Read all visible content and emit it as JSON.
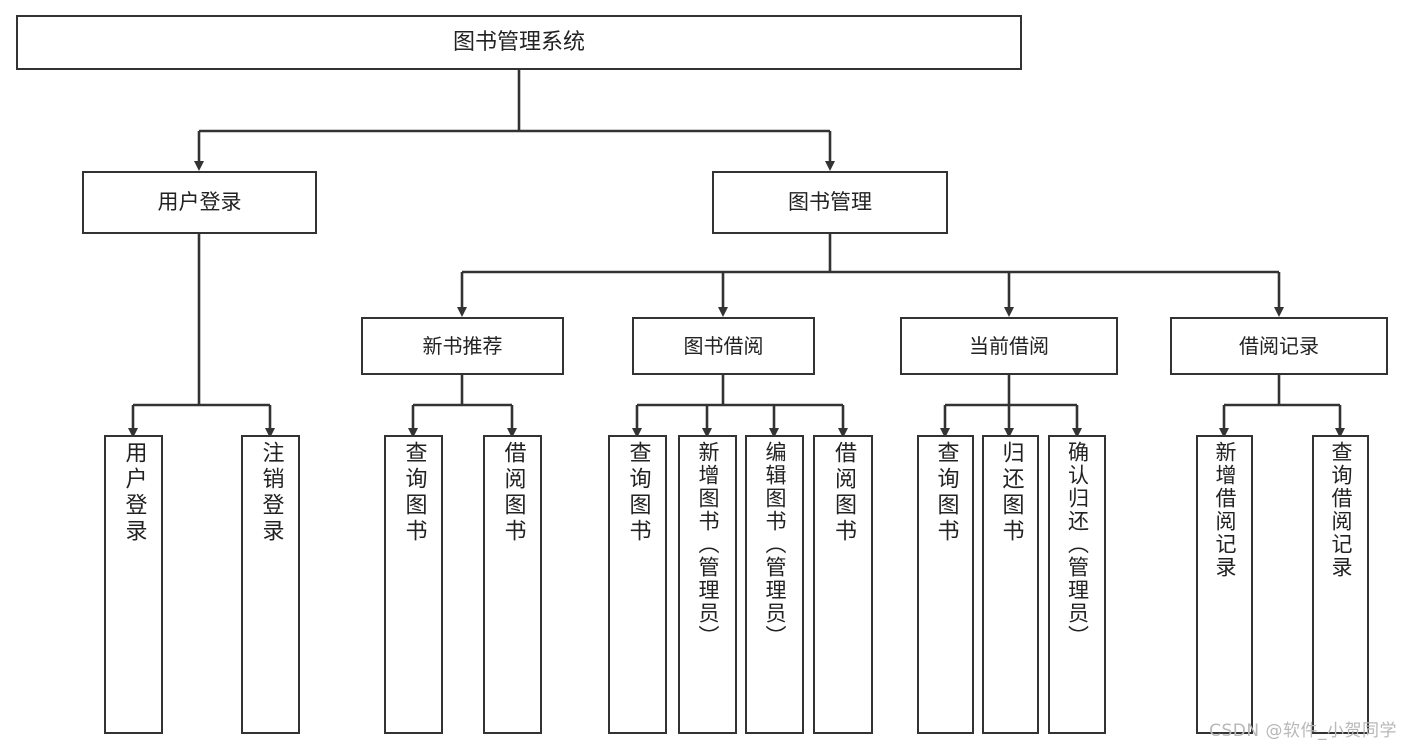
{
  "diagram": {
    "title": "图书管理系统",
    "type": "tree",
    "watermark": "CSDN @软件_小贺同学",
    "colors": {
      "box_border": "#333333",
      "box_fill": "#ffffff",
      "edge": "#333333",
      "text": "#222222",
      "watermark": "#b8b8b8",
      "background": "#ffffff"
    },
    "nodes": {
      "root": {
        "label": "图书管理系统"
      },
      "level2": [
        {
          "id": "user-login",
          "label": "用户登录"
        },
        {
          "id": "book-management",
          "label": "图书管理"
        }
      ],
      "level3": [
        {
          "id": "new-book-recommend",
          "label": "新书推荐"
        },
        {
          "id": "book-borrow",
          "label": "图书借阅"
        },
        {
          "id": "current-borrow",
          "label": "当前借阅"
        },
        {
          "id": "borrow-record",
          "label": "借阅记录"
        }
      ],
      "leaves": {
        "user-login": [
          {
            "id": "leaf-user-login",
            "label": "用户登录"
          },
          {
            "id": "leaf-logout",
            "label": "注销登录"
          }
        ],
        "new-book-recommend": [
          {
            "id": "leaf-query-book-1",
            "label": "查询图书"
          },
          {
            "id": "leaf-borrow-book-1",
            "label": "借阅图书"
          }
        ],
        "book-borrow": [
          {
            "id": "leaf-query-book-2",
            "label": "查询图书"
          },
          {
            "id": "leaf-add-book",
            "label": "新增图书（管理员）"
          },
          {
            "id": "leaf-edit-book",
            "label": "编辑图书（管理员）"
          },
          {
            "id": "leaf-borrow-book-2",
            "label": "借阅图书"
          }
        ],
        "current-borrow": [
          {
            "id": "leaf-query-book-3",
            "label": "查询图书"
          },
          {
            "id": "leaf-return-book",
            "label": "归还图书"
          },
          {
            "id": "leaf-confirm-return",
            "label": "确认归还（管理员）"
          }
        ],
        "borrow-record": [
          {
            "id": "leaf-add-record",
            "label": "新增借阅记录"
          },
          {
            "id": "leaf-query-record",
            "label": "查询借阅记录"
          }
        ]
      }
    }
  }
}
